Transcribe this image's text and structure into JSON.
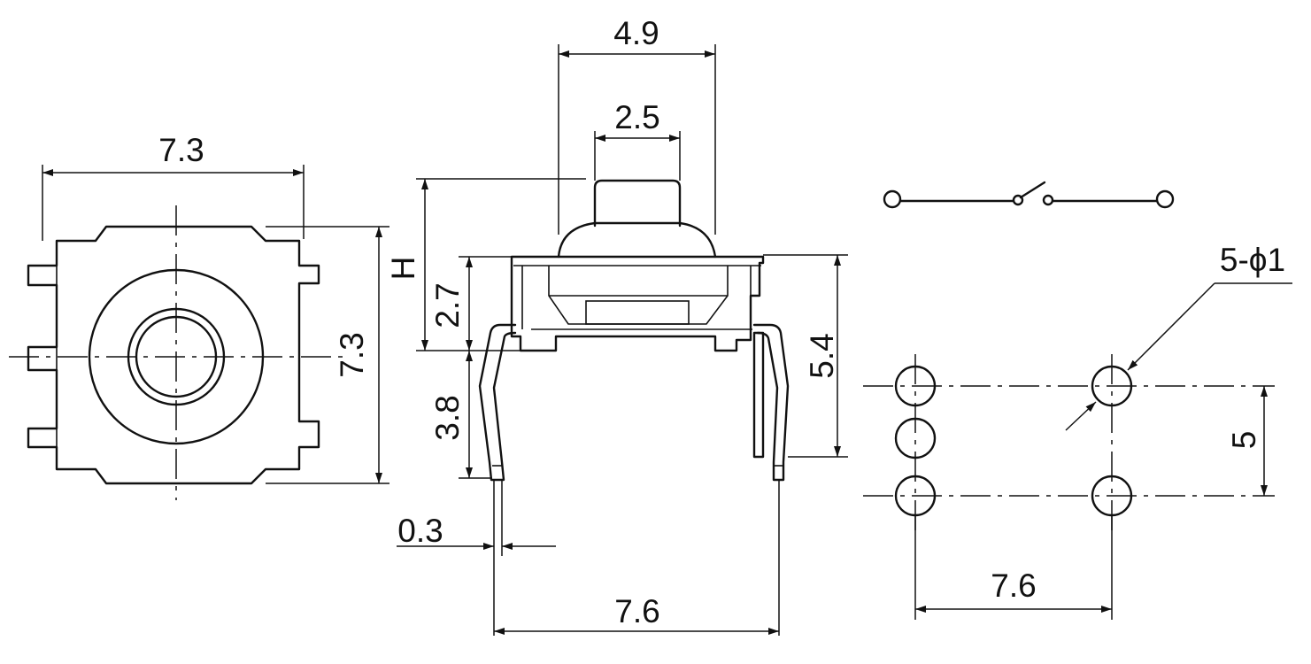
{
  "dimensions": {
    "top_body_width": "7.3",
    "top_body_height": "7.3",
    "stem_outer_width": "4.9",
    "stem_tip_width": "2.5",
    "actuator_height": "H",
    "body_height": "2.7",
    "lead_length": "3.8",
    "lead_thickness": "0.3",
    "overall_height": "5.4",
    "lead_pitch_side": "7.6",
    "hole_spec": "5-ϕ1",
    "hole_row_spacing": "5",
    "hole_pitch": "7.6"
  },
  "colors": {
    "ink": "#111111",
    "background": "#ffffff"
  }
}
